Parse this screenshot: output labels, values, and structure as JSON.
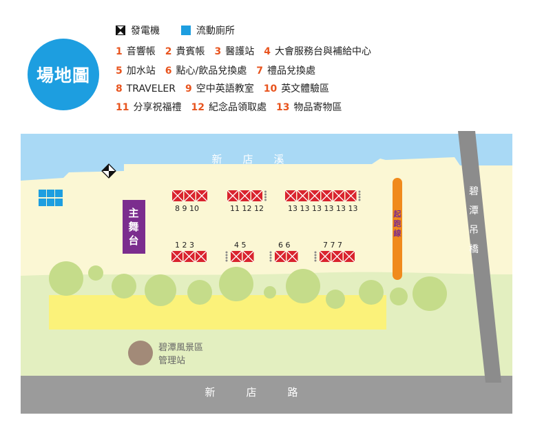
{
  "title": "場地圖",
  "key": {
    "generator": "發電機",
    "toilet": "流動廁所"
  },
  "legend": [
    [
      {
        "num": "1",
        "label": "音響帳"
      },
      {
        "num": "2",
        "label": "貴賓帳"
      },
      {
        "num": "3",
        "label": "醫護站"
      },
      {
        "num": "4",
        "label": "大會服務台與補給中心"
      }
    ],
    [
      {
        "num": "5",
        "label": "加水站"
      },
      {
        "num": "6",
        "label": "點心/飲品兌換處"
      },
      {
        "num": "7",
        "label": "禮品兌換處"
      }
    ],
    [
      {
        "num": "8",
        "label": "TRAVELER"
      },
      {
        "num": "9",
        "label": "空中英語教室"
      },
      {
        "num": "10",
        "label": "英文體驗區"
      }
    ],
    [
      {
        "num": "11",
        "label": "分享祝福禮"
      },
      {
        "num": "12",
        "label": "紀念品領取處"
      },
      {
        "num": "13",
        "label": "物品寄物區"
      }
    ]
  ],
  "labels": {
    "river": "新　　店　　溪",
    "road": "新　　　店　　　路",
    "bridge": [
      "碧",
      "潭",
      "吊",
      "橋"
    ],
    "stage": [
      "主",
      "舞",
      "台"
    ],
    "start_line": [
      "起",
      "跑",
      "線"
    ],
    "office": [
      "碧潭風景區",
      "管理站"
    ]
  },
  "booths_top": [
    {
      "count": 3,
      "labels": "8  9 10"
    },
    {
      "count": 3,
      "labels": "11 12 12"
    },
    {
      "count": 6,
      "labels": "13 13 13 13 13 13"
    }
  ],
  "booths_bottom": [
    {
      "count": 3,
      "labels": "1  2  3"
    },
    {
      "count": 2,
      "labels": "4  5"
    },
    {
      "count": 2,
      "labels": "6  6"
    },
    {
      "count": 3,
      "labels": "7  7  7"
    }
  ],
  "colors": {
    "accent": "#1d9ee0",
    "number": "#e8541e",
    "booth": "#d9232e",
    "stage": "#7b2d8e",
    "start": "#f08a1c",
    "river": "#a9d9f5",
    "grass": "#fbf7d4",
    "road": "#9b9b9b",
    "tree": "#c5dc8a",
    "path": "#fbf27a",
    "office": "#a28a78"
  }
}
